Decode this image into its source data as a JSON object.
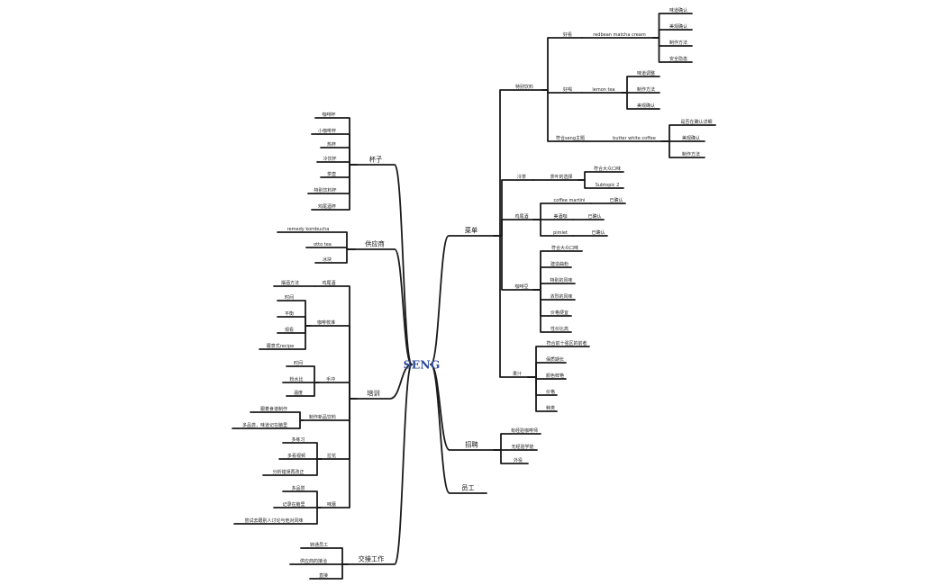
{
  "colors": {
    "root_text": "#2E4B9B",
    "line": "#1a1a1a",
    "text": "#222222"
  },
  "mindmap": {
    "root": "SENG",
    "right": [
      {
        "label": "菜单",
        "children": [
          {
            "label": "特别饮料",
            "children": [
              {
                "label": "好看",
                "children": [
                  {
                    "label": "redbean matcha cream",
                    "children": [
                      {
                        "label": "味道确认"
                      },
                      {
                        "label": "美观确认"
                      },
                      {
                        "label": "制作方法"
                      },
                      {
                        "label": "安全隐患"
                      }
                    ]
                  }
                ]
              },
              {
                "label": "好喝",
                "children": [
                  {
                    "label": "lemon tea",
                    "children": [
                      {
                        "label": "味道调整"
                      },
                      {
                        "label": "制作方法"
                      },
                      {
                        "label": "美观确认"
                      }
                    ]
                  }
                ]
              },
              {
                "label": "符合seng主题",
                "children": [
                  {
                    "label": "butter white coffee",
                    "children": [
                      {
                        "label": "是否在确认详细"
                      },
                      {
                        "label": "美观确认"
                      },
                      {
                        "label": "制作方法"
                      }
                    ]
                  }
                ]
              }
            ]
          },
          {
            "label": "冷茶",
            "children": [
              {
                "label": "茶叶的选择",
                "children": [
                  {
                    "label": "符合大众口味"
                  },
                  {
                    "label": "Subtopic 2"
                  }
                ]
              }
            ]
          },
          {
            "label": "鸡尾酒",
            "children": [
              {
                "label": "coffee martini",
                "children": [
                  {
                    "label": "已确认"
                  }
                ]
              },
              {
                "label": "美酒咖",
                "children": [
                  {
                    "label": "已确认"
                  }
                ]
              },
              {
                "label": "pimlet",
                "children": [
                  {
                    "label": "已确认"
                  }
                ]
              }
            ]
          },
          {
            "label": "咖啡豆",
            "children": [
              {
                "label": "符合大众口味"
              },
              {
                "label": "建造曲粉"
              },
              {
                "label": "特别的风味"
              },
              {
                "label": "浓烈的风味"
              },
              {
                "label": "价格便宜"
              },
              {
                "label": "性价比高"
              }
            ]
          },
          {
            "label": "果汁",
            "children": [
              {
                "label": "符合前十强区的前者"
              },
              {
                "label": "保质期长"
              },
              {
                "label": "颜色鲜艳"
              },
              {
                "label": "价格"
              },
              {
                "label": "种类"
              }
            ]
          }
        ]
      },
      {
        "label": "招聘",
        "children": [
          {
            "label": "有经验咖啡师"
          },
          {
            "label": "无经验学徒"
          },
          {
            "label": "外役"
          }
        ]
      },
      {
        "label": "员工"
      }
    ],
    "left": [
      {
        "label": "杯子",
        "children": [
          {
            "label": "咖啡杯"
          },
          {
            "label": "小咖啡杯"
          },
          {
            "label": "热杯"
          },
          {
            "label": "冷饮杯"
          },
          {
            "label": "茶壶"
          },
          {
            "label": "特别饮料杯"
          },
          {
            "label": "鸡尾酒杯"
          }
        ]
      },
      {
        "label": "供应商",
        "children": [
          {
            "label": "remedy kombucha"
          },
          {
            "label": "otto tea"
          },
          {
            "label": "冰块"
          }
        ]
      },
      {
        "label": "培训",
        "children": [
          {
            "label": "鸡尾酒",
            "children": [
              {
                "label": "摆酒方法"
              }
            ]
          },
          {
            "label": "咖啡校准",
            "children": [
              {
                "label": "时间"
              },
              {
                "label": "平衡"
              },
              {
                "label": "观看"
              },
              {
                "label": "跟意式recipe"
              }
            ]
          },
          {
            "label": "手冲",
            "children": [
              {
                "label": "时间"
              },
              {
                "label": "粉水比"
              },
              {
                "label": "温度"
              }
            ]
          },
          {
            "label": "制作新品饮料",
            "children": [
              {
                "label": "跟着食谱制作"
              },
              {
                "label": "多品尝，味道记在脑里"
              }
            ]
          },
          {
            "label": "拉花",
            "children": [
              {
                "label": "多练习"
              },
              {
                "label": "多看视频"
              },
              {
                "label": "分析错误再改正"
              }
            ]
          },
          {
            "label": "味蕾",
            "children": [
              {
                "label": "多品尝"
              },
              {
                "label": "记录在脑里"
              },
              {
                "label": "尝试去跟别人讨论与他对风味"
              }
            ]
          }
        ]
      },
      {
        "label": "交接工作",
        "children": [
          {
            "label": "转通员工"
          },
          {
            "label": "供应商的接洽"
          },
          {
            "label": "直接"
          }
        ]
      }
    ]
  }
}
